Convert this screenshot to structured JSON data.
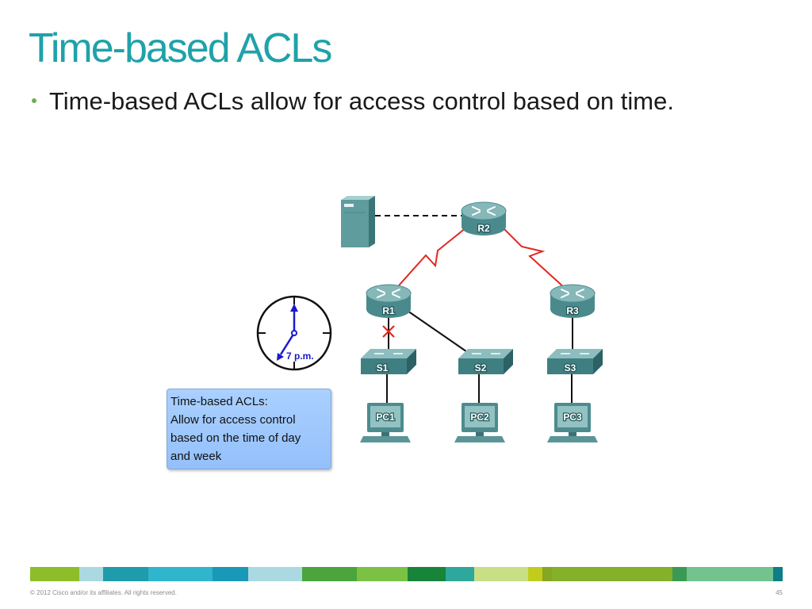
{
  "slide": {
    "title": "Time-based ACLs",
    "bullets": [
      "Time-based ACLs allow for access control based on time."
    ]
  },
  "diagram": {
    "routers": {
      "r1": "R1",
      "r2": "R2",
      "r3": "R3"
    },
    "switches": {
      "s1": "S1",
      "s2": "S2",
      "s3": "S3"
    },
    "pcs": {
      "pc1": "PC1",
      "pc2": "PC2",
      "pc3": "PC3"
    },
    "clock_label": "7 p.m.",
    "callout": {
      "heading": "Time-based ACLs:",
      "lines": [
        "Allow for access control",
        "based on the time of day",
        "and week"
      ]
    },
    "icons": [
      "server-icon",
      "router-icon",
      "switch-icon",
      "pc-icon",
      "clock-icon",
      "blocked-x-icon"
    ]
  },
  "colors": {
    "title": "#1fa2a9",
    "bullet": "#6ab04a",
    "serial_link": "#e3261f",
    "blocked_mark": "#e3261f",
    "clock_hands": "#1a1acc",
    "callout_bg": "#9ec8ff"
  },
  "footer": {
    "copyright": "© 2012 Cisco and/or its affiliates. All rights reserved.",
    "page_number": "45",
    "bar_colors": [
      "#8dbd2a",
      "#aad9e2",
      "#1f9cac",
      "#2fb5cc",
      "#1a98b7",
      "#aad9e2",
      "#4ba43c",
      "#7bc144",
      "#17843a",
      "#2ea89c",
      "#c8df86",
      "#c1cc1d",
      "#87a621",
      "#84b02a",
      "#3a9a53",
      "#72c38e",
      "#0f7d88"
    ]
  }
}
